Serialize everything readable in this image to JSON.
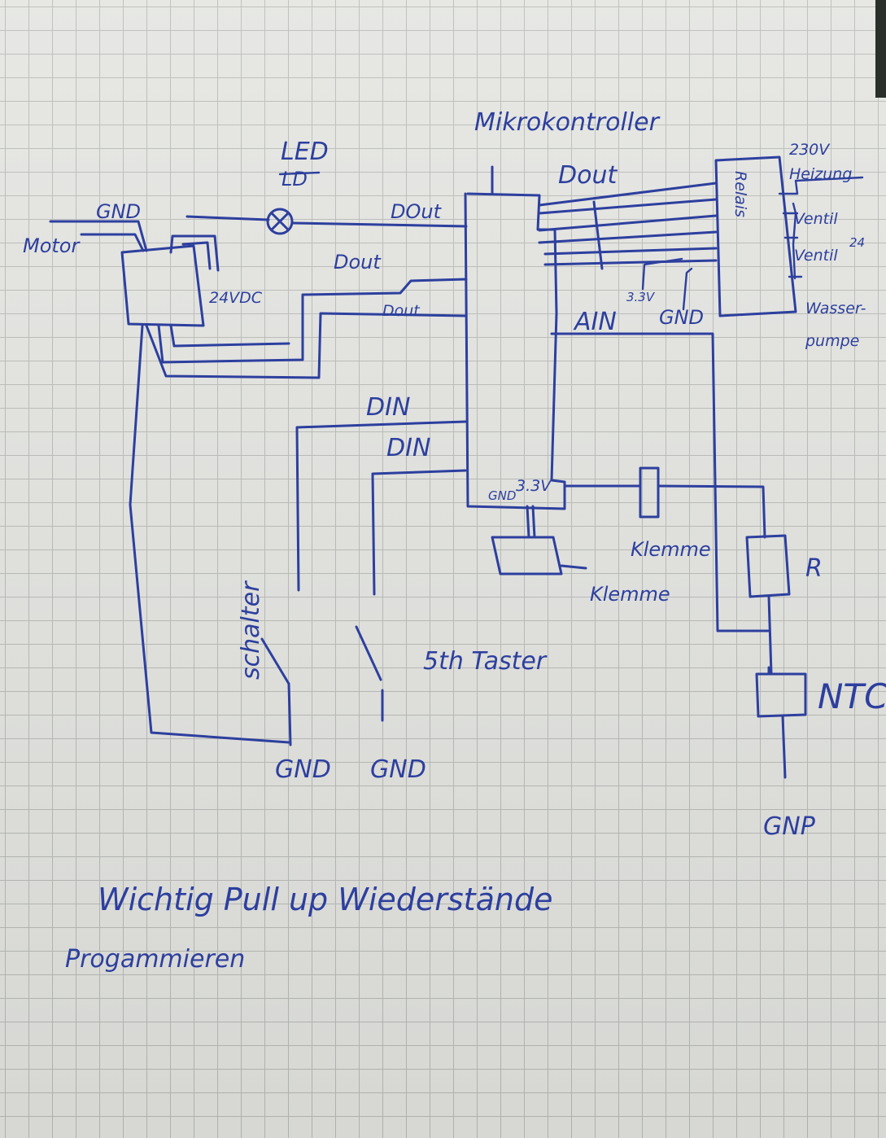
{
  "labels": {
    "microcontroller": "Mikrokontroller",
    "dout_top": "Dout",
    "led": "LED",
    "led_strike": "LD",
    "gnd_motor": "GND",
    "motor": "Motor",
    "dout_led": "DOut",
    "dout_2": "Dout",
    "dout_3": "Dout",
    "v24dc": "24VDC",
    "relais": "Relais",
    "v230": "230V",
    "heizung": "Heizung",
    "ventil1": "Ventil",
    "ventil2": "Ventil",
    "v24_relay": "24",
    "wasserpumpe_1": "Wasser-",
    "wasserpumpe_2": "pumpe",
    "v33_relay": "3.3V",
    "gnd_relay": "GND",
    "ain": "AIN",
    "din_1": "DIN",
    "din_2": "DIN",
    "gnd_mcu": "GND",
    "v33_mcu": "3.3V",
    "klemme_1": "Klemme",
    "klemme_2": "Klemme",
    "r": "R",
    "ntc": "NTC",
    "schalter": "schalter",
    "taster": "5th Taster",
    "gnd_1": "GND",
    "gnd_2": "GND",
    "gnd_ntc": "GNP",
    "note_line1": "Wichtig Pull up Wiederstände",
    "note_line2": "Progammieren"
  },
  "colors": {
    "ink": "#2d3f9e",
    "paper": "#e4e5e1",
    "grid": "#b9bbb7"
  }
}
